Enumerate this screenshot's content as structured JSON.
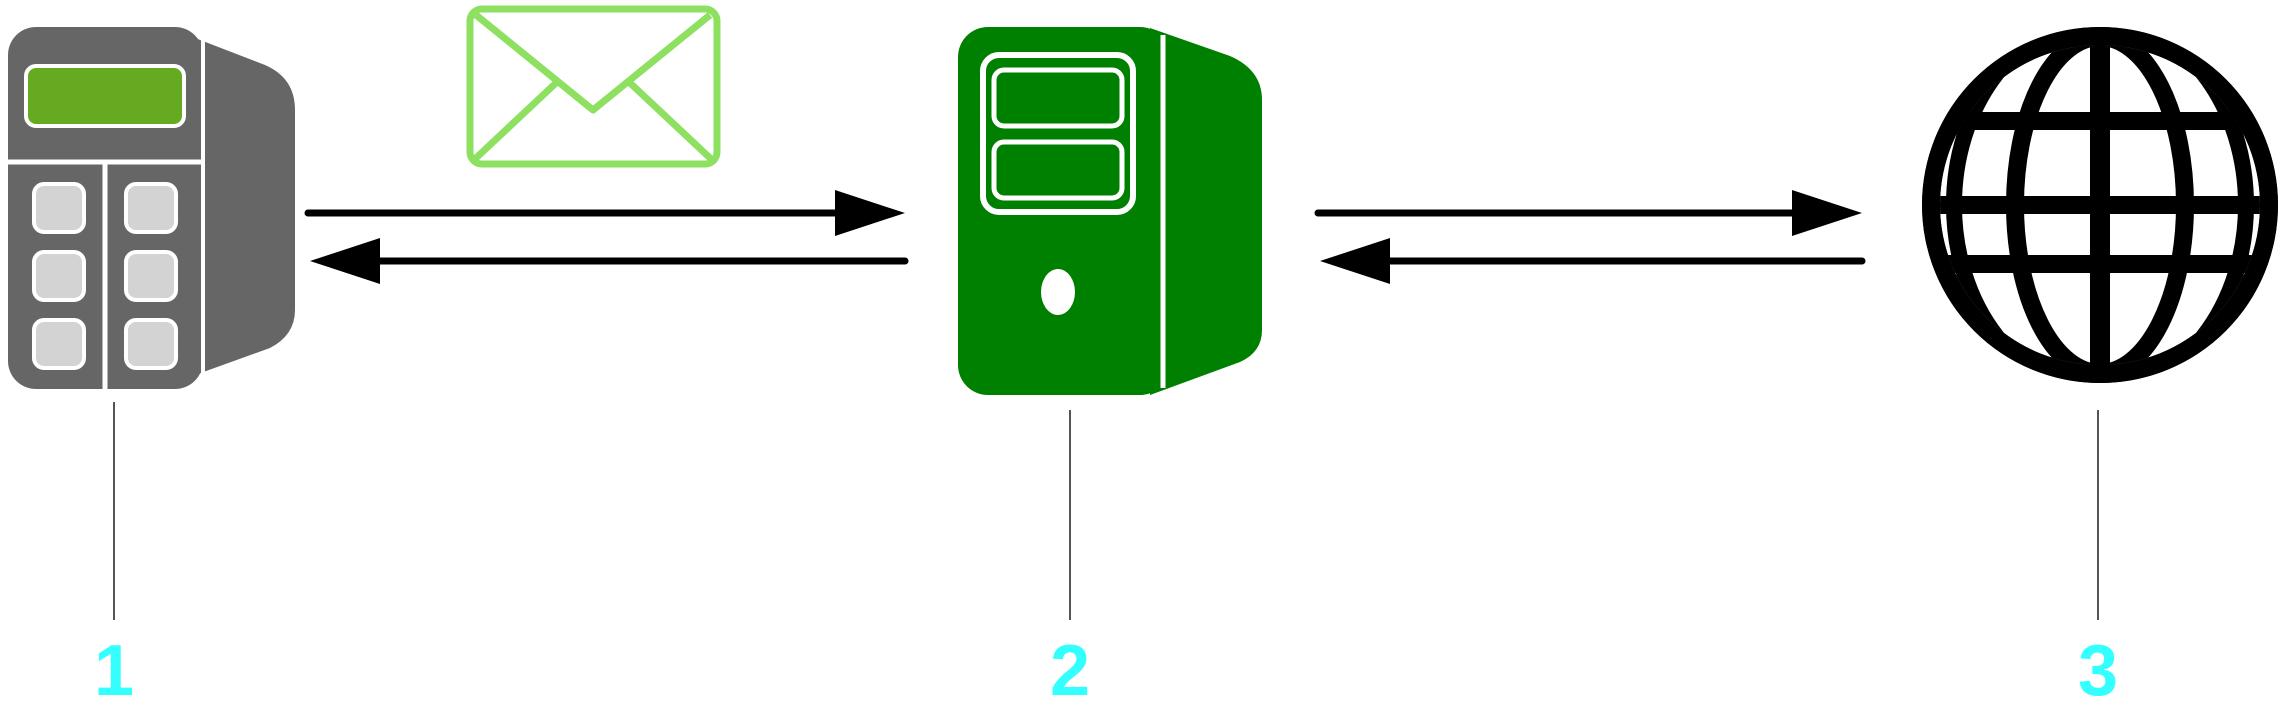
{
  "diagram": {
    "nodes": [
      {
        "id": "device",
        "icon": "keypad-terminal-icon",
        "label": "1"
      },
      {
        "id": "server",
        "icon": "server-tower-icon",
        "label": "2"
      },
      {
        "id": "internet",
        "icon": "globe-icon",
        "label": "3"
      }
    ],
    "message_icon": "envelope-icon",
    "connections": [
      {
        "from": "device",
        "to": "server",
        "direction": "bidirectional"
      },
      {
        "from": "server",
        "to": "internet",
        "direction": "bidirectional"
      }
    ]
  },
  "colors": {
    "label": "#33ffff",
    "device_body": "#666666",
    "device_screen": "#66aa22",
    "device_keys": "#d3d3d3",
    "server_body": "#008000",
    "envelope": "#8ee060",
    "globe": "#000000",
    "arrow": "#000000",
    "leader_line": "#555555"
  }
}
